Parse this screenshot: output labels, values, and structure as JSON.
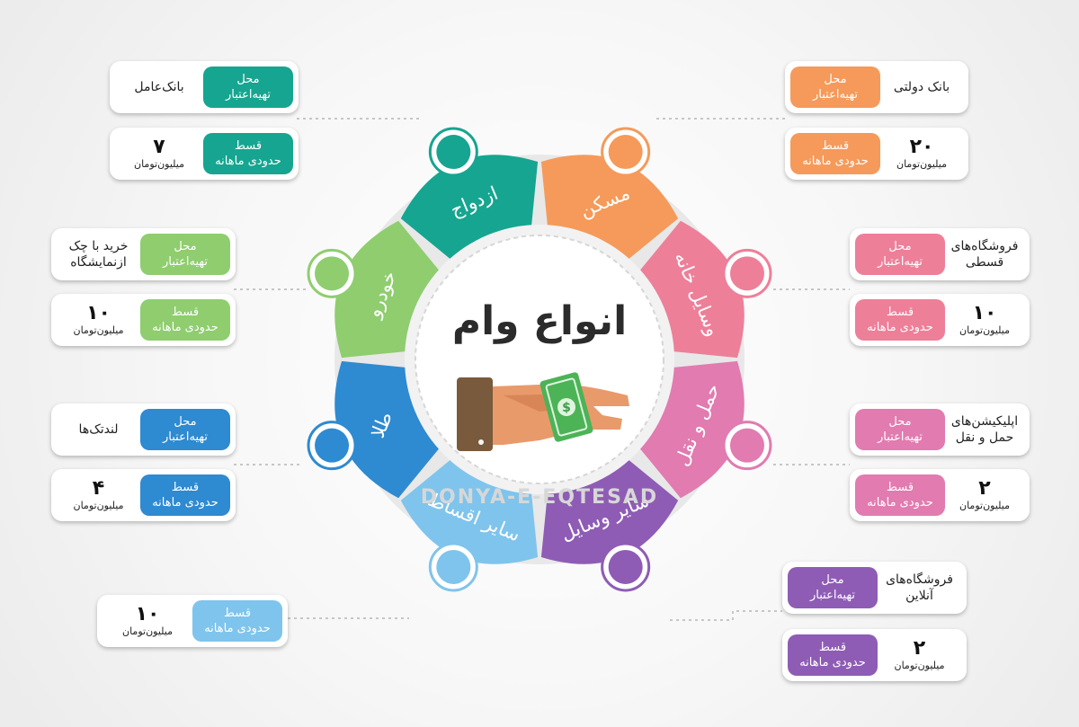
{
  "center": {
    "title": "انواع وام",
    "watermark": "DONYA-E-EQTESAD"
  },
  "colors": {
    "maskan": "#f59a5a",
    "vasayel_khane": "#ee7f99",
    "haml_naql": "#e17bb0",
    "sayer_vasayel": "#8e5cb5",
    "sayer_aghsat": "#7fc4ec",
    "tala": "#2e8ad1",
    "khodro": "#8fcd6f",
    "ezdevaj": "#16a590"
  },
  "segments": [
    {
      "key": "maskan",
      "label": "مسکن",
      "icon": "house-dollar-icon"
    },
    {
      "key": "vasayel_khane",
      "label": "وسایل خانه",
      "icon": "appliances-icon"
    },
    {
      "key": "haml_naql",
      "label": "حمل و نقل",
      "icon": "taxi-icon"
    },
    {
      "key": "sayer_vasayel",
      "label": "سایر وسایل",
      "icon": "dinner-icon"
    },
    {
      "key": "sayer_aghsat",
      "label": "سایر اقساط",
      "icon": "wallet-icon"
    },
    {
      "key": "tala",
      "label": "طلا",
      "icon": "gold-bars-icon"
    },
    {
      "key": "khodro",
      "label": "خودرو",
      "icon": "car-hand-icon"
    },
    {
      "key": "ezdevaj",
      "label": "ازدواج",
      "icon": "rings-icon"
    }
  ],
  "labels": {
    "place_1": "محل",
    "place_2": "تهیه‌اعتبار",
    "inst_1": "قسط",
    "inst_2": "حدودی ماهانه",
    "unit": "میلیون‌تومان"
  },
  "cards": {
    "maskan": {
      "source": "بانک دولتی",
      "amount": "۲۰"
    },
    "vasayel_khane": {
      "source": "فروشگاه‌های قسطی",
      "amount": "۱۰"
    },
    "haml_naql": {
      "source": "اپلیکیشن‌های حمل و نقل",
      "amount": "۲"
    },
    "sayer_vasayel": {
      "source": "فروشگاه‌های آنلاین",
      "amount": "۲"
    },
    "sayer_aghsat": {
      "amount": "۱۰"
    },
    "tala": {
      "source": "لندتک‌ها",
      "amount": "۴"
    },
    "khodro": {
      "source": "خرید با چک ازنمایشگاه",
      "amount": "۱۰"
    },
    "ezdevaj": {
      "source": "بانک‌عامل",
      "amount": "۷"
    }
  }
}
